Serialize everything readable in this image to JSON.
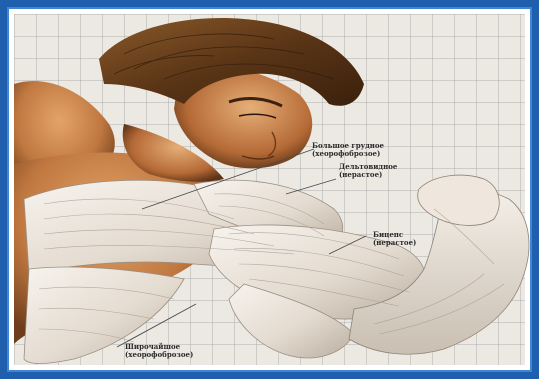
{
  "labels": {
    "pectoral_name": "Большое грудное",
    "pectoral_note": "(хеорофоброзое)",
    "deltoid_name": "Дельтовидное",
    "deltoid_note": "(нерастое)",
    "biceps_name": "Бицепс",
    "biceps_note": "(нерастое)",
    "latissimus_name": "Широчайшое",
    "latissimus_note": "(хеорофоброзое)"
  },
  "colors": {
    "frame": "#1f5fae",
    "frame_inner": "#3f86d8",
    "skin": "#c8844e",
    "hair": "#6a4320",
    "muscle": "#efe9e2"
  }
}
